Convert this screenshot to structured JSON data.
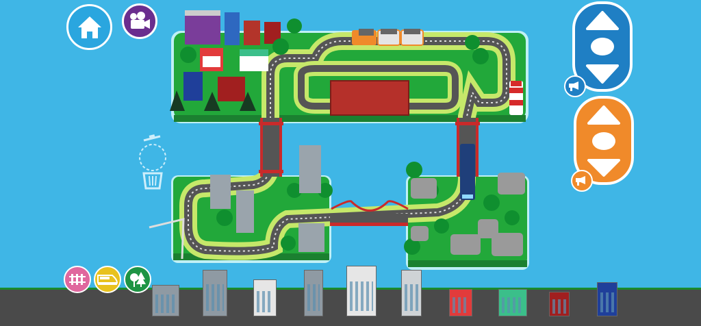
{
  "colors": {
    "sky": "#3fb6e6",
    "grass": "#22a83a",
    "track_bed": "#c6e86a",
    "road": "#4a4a4a",
    "home_button": "#2aa6df",
    "camera_button": "#6a2e8e",
    "train1_control": "#1f7fc4",
    "train2_control": "#f08a2a",
    "tracks_category": "#e0679e",
    "trains_category": "#e8c21e",
    "scenery_category": "#1e9444"
  },
  "top_bar": {
    "home": {
      "icon": "home-icon"
    },
    "camera": {
      "icon": "video-camera-icon"
    }
  },
  "controls": [
    {
      "train": "blue",
      "icons": [
        "arrow-up-icon",
        "stop-icon",
        "arrow-down-icon"
      ],
      "horn_icon": "horn-icon"
    },
    {
      "train": "orange",
      "icons": [
        "arrow-up-icon",
        "stop-icon",
        "arrow-down-icon"
      ],
      "horn_icon": "horn-icon"
    }
  ],
  "trash": {
    "icon": "trash-icon"
  },
  "categories": [
    {
      "name": "tracks",
      "icon": "track-icon"
    },
    {
      "name": "trains",
      "icon": "train-icon"
    },
    {
      "name": "scenery",
      "icon": "trees-icon"
    }
  ],
  "catalog": [
    {
      "name": "office-small",
      "color": "#8f9aa3"
    },
    {
      "name": "office-tall",
      "color": "#8f9aa3"
    },
    {
      "name": "apartment-white",
      "color": "#e6e6e6"
    },
    {
      "name": "tower-gray",
      "color": "#8f9aa3"
    },
    {
      "name": "tower-white",
      "color": "#e6e6e6"
    },
    {
      "name": "tower-narrow",
      "color": "#cfd3d6"
    },
    {
      "name": "shop-red",
      "color": "#e23b3b"
    },
    {
      "name": "cafe-green",
      "color": "#3bbf8a"
    },
    {
      "name": "house-red",
      "color": "#a11f1f"
    },
    {
      "name": "house-blue",
      "color": "#1f3f9a"
    }
  ]
}
